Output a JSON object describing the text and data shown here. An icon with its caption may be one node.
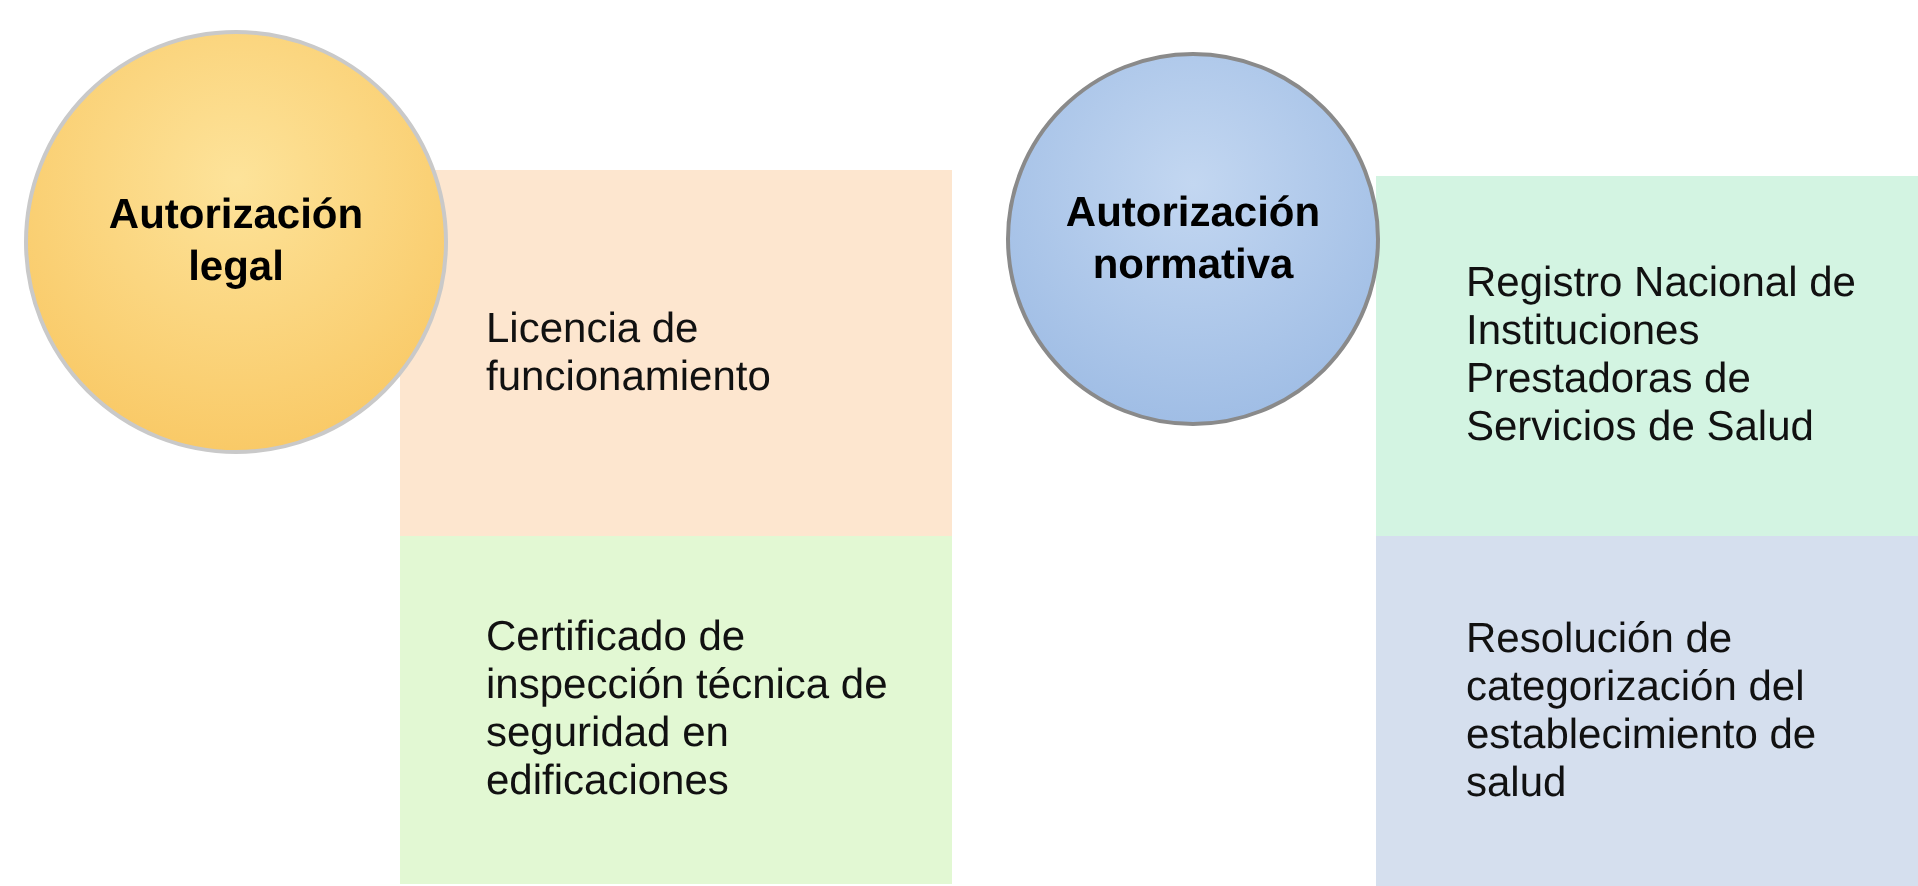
{
  "diagram": {
    "nodes": [
      {
        "text": [
          "Autorización legal"
        ]
      },
      {
        "text": [
          "Licencia de funcionamiento"
        ]
      },
      {
        "text": [
          "Certificado de inspección técnica de seguridad en edificaciones"
        ]
      },
      {
        "text": [
          "Autorización normativa"
        ]
      },
      {
        "text": [
          "Registro Nacional de Instituciones Prestadoras de Servicios de Salud"
        ]
      },
      {
        "text": [
          "Resolución de categorización del establecimiento de salud"
        ]
      }
    ]
  }
}
